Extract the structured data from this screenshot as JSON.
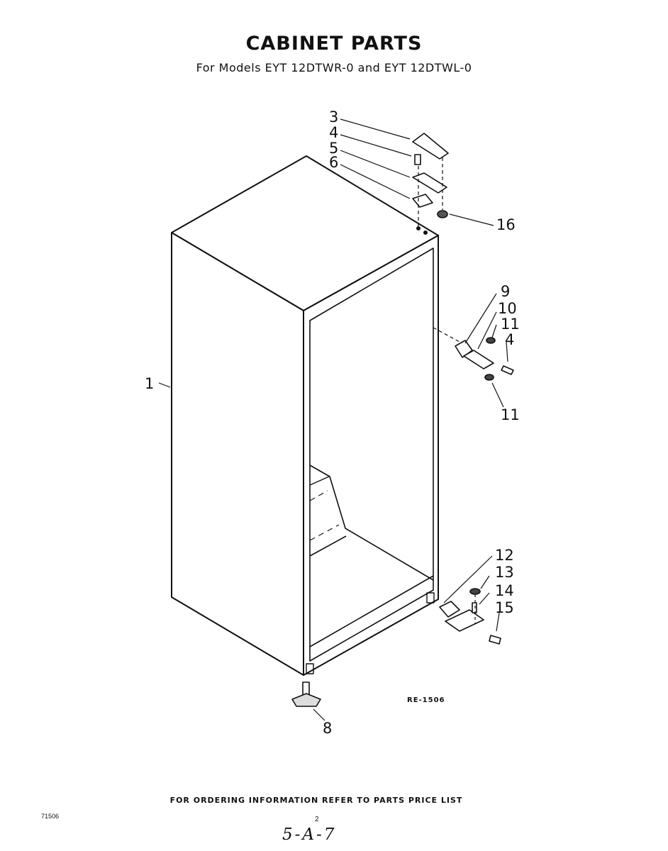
{
  "header": {
    "title": "CABINET PARTS",
    "subtitle": "For Models EYT 12DTWR-0 and EYT 12DTWL-0"
  },
  "callouts": {
    "c1": "1",
    "c3": "3",
    "c4_top": "4",
    "c5": "5",
    "c6": "6",
    "c16": "16",
    "c9": "9",
    "c10": "10",
    "c11_top": "11",
    "c4_mid": "4",
    "c11_bottom": "11",
    "c12": "12",
    "c13": "13",
    "c14": "14",
    "c15": "15",
    "c8": "8"
  },
  "drawing_ref": "RE-1506",
  "footer": {
    "note": "FOR ORDERING INFORMATION REFER TO PARTS PRICE LIST",
    "code": "71506",
    "page": "2",
    "handwritten": "5-A-7"
  }
}
